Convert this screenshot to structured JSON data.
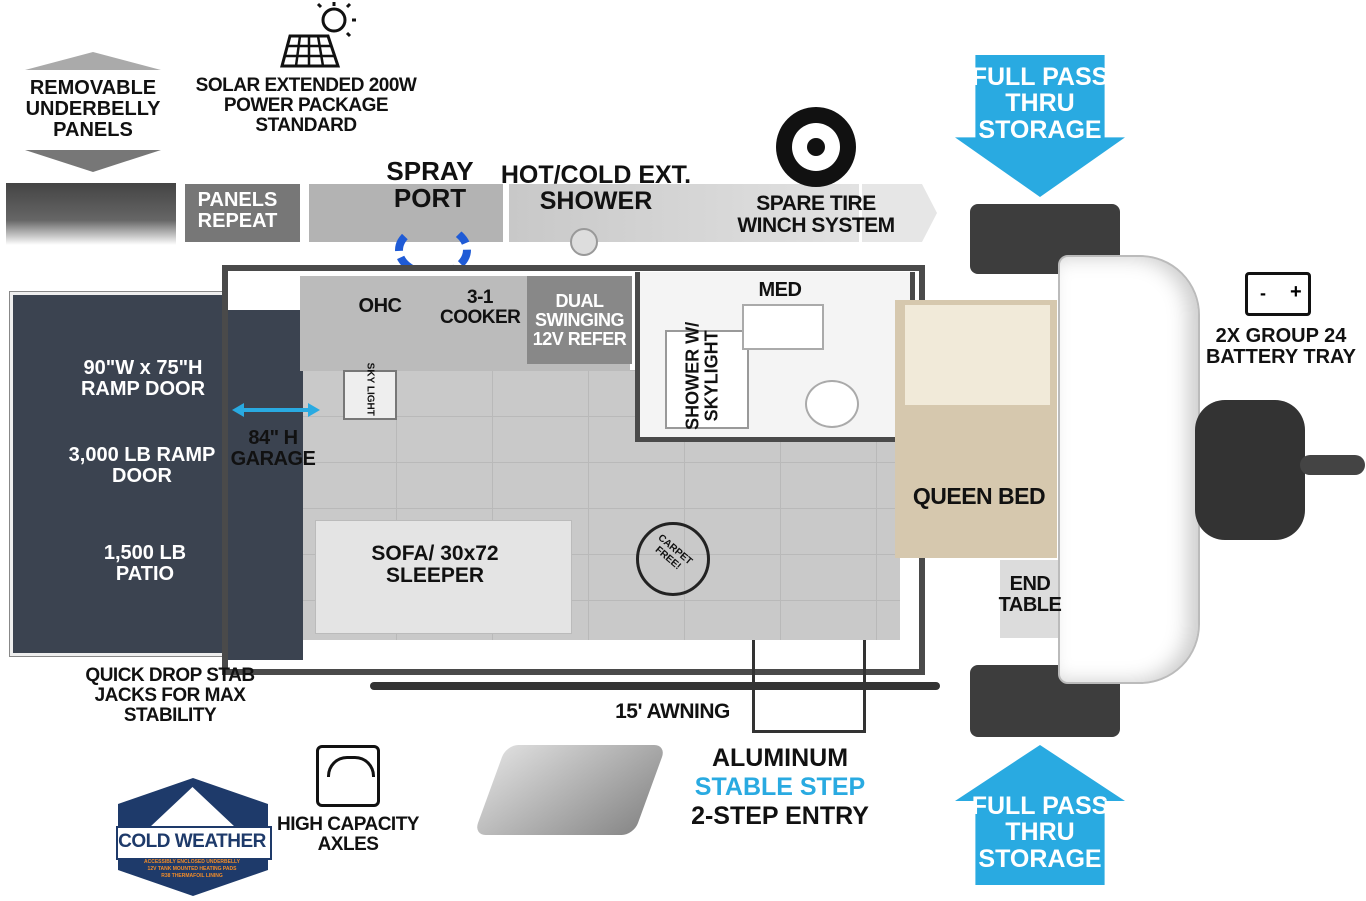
{
  "features": {
    "underbelly": "REMOVABLE UNDERBELLY PANELS",
    "solar": "SOLAR EXTENDED 200W POWER PACKAGE STANDARD",
    "panels_repeat": "PANELS REPEAT",
    "spray_port": "SPRAY PORT",
    "ext_shower": "HOT/COLD EXT. SHOWER",
    "spare_tire": "SPARE TIRE WINCH SYSTEM",
    "pass_thru_top": "FULL PASS THRU STORAGE",
    "pass_thru_bottom": "FULL PASS THRU STORAGE",
    "battery": "2X GROUP 24 BATTERY TRAY",
    "stab_jacks": "QUICK DROP STAB JACKS FOR MAX STABILITY",
    "axles": "HIGH CAPACITY AXLES",
    "awning": "15' AWNING",
    "step_line1": "ALUMINUM",
    "step_line2": "STABLE STEP",
    "step_line3": "2-STEP ENTRY"
  },
  "rooms": {
    "ramp_size": "90\"W x 75\"H RAMP DOOR",
    "ramp_weight": "3,000 LB RAMP DOOR",
    "patio": "1,500 LB PATIO",
    "garage": "84\" H GARAGE",
    "ohc": "OHC",
    "skylight": "SKY LIGHT",
    "cooker": "3-1 COOKER",
    "refer": "DUAL SWINGING 12V REFER",
    "shower": "SHOWER W/ SKYLIGHT",
    "med": "MED",
    "bed": "QUEEN BED",
    "end_table": "END TABLE",
    "sofa": "SOFA/ 30x72 SLEEPER",
    "carpet_free": "CARPET FREE!"
  },
  "badge": {
    "title": "COLD WEATHER",
    "line1": "ACCESSIBLY ENCLOSED UNDERBELLY",
    "line2": "12V TANK MOUNTED HEATING PADS",
    "line3": "R38 THERMAFOIL LINING"
  },
  "battery_symbols": {
    "minus": "-",
    "plus": "+"
  },
  "colors": {
    "accent": "#29aae1",
    "garage": "#3b4350"
  }
}
